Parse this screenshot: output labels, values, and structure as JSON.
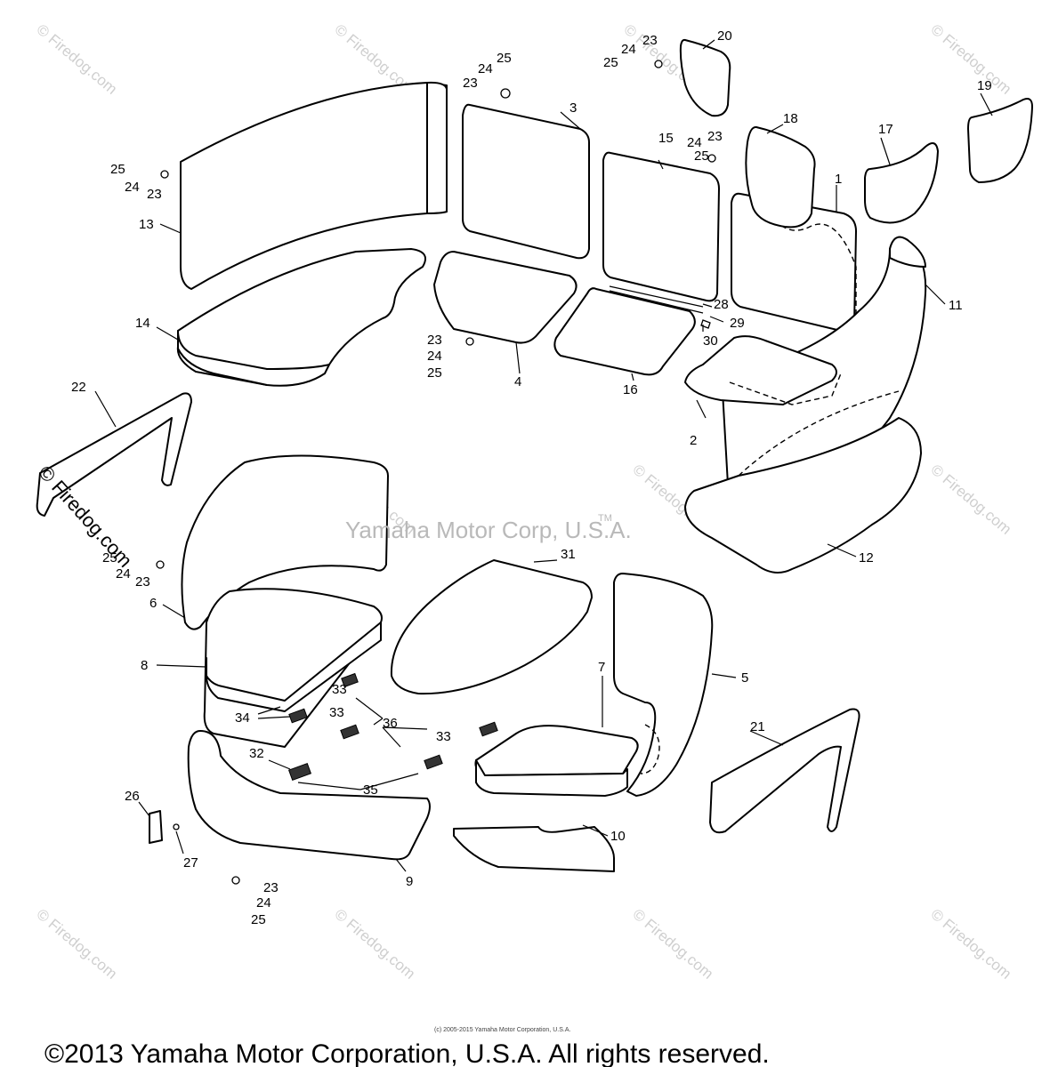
{
  "diagram": {
    "callouts": [
      {
        "id": "c1",
        "text": "1"
      },
      {
        "id": "c2",
        "text": "2"
      },
      {
        "id": "c3",
        "text": "3"
      },
      {
        "id": "c4",
        "text": "4"
      },
      {
        "id": "c5",
        "text": "5"
      },
      {
        "id": "c6",
        "text": "6"
      },
      {
        "id": "c7",
        "text": "7"
      },
      {
        "id": "c8",
        "text": "8"
      },
      {
        "id": "c9",
        "text": "9"
      },
      {
        "id": "c10",
        "text": "10"
      },
      {
        "id": "c11",
        "text": "11"
      },
      {
        "id": "c12",
        "text": "12"
      },
      {
        "id": "c13",
        "text": "13"
      },
      {
        "id": "c14",
        "text": "14"
      },
      {
        "id": "c15",
        "text": "15"
      },
      {
        "id": "c16",
        "text": "16"
      },
      {
        "id": "c17",
        "text": "17"
      },
      {
        "id": "c18",
        "text": "18"
      },
      {
        "id": "c19",
        "text": "19"
      },
      {
        "id": "c20",
        "text": "20"
      },
      {
        "id": "c21",
        "text": "21"
      },
      {
        "id": "c22",
        "text": "22"
      },
      {
        "id": "c26",
        "text": "26"
      },
      {
        "id": "c27",
        "text": "27"
      },
      {
        "id": "c28",
        "text": "28"
      },
      {
        "id": "c29",
        "text": "29"
      },
      {
        "id": "c30",
        "text": "30"
      },
      {
        "id": "c31",
        "text": "31"
      },
      {
        "id": "c32",
        "text": "32"
      },
      {
        "id": "c34",
        "text": "34"
      },
      {
        "id": "c35",
        "text": "35"
      },
      {
        "id": "c36",
        "text": "36"
      },
      {
        "id": "c33a",
        "text": "33"
      },
      {
        "id": "c33b",
        "text": "33"
      },
      {
        "id": "c33c",
        "text": "33"
      },
      {
        "id": "g1_25",
        "text": "25"
      },
      {
        "id": "g1_24",
        "text": "24"
      },
      {
        "id": "g1_23",
        "text": "23"
      },
      {
        "id": "g2_25",
        "text": "25"
      },
      {
        "id": "g2_24",
        "text": "24"
      },
      {
        "id": "g2_23",
        "text": "23"
      },
      {
        "id": "g3_25",
        "text": "25"
      },
      {
        "id": "g3_24",
        "text": "24"
      },
      {
        "id": "g3_23",
        "text": "23"
      },
      {
        "id": "g4_25",
        "text": "25"
      },
      {
        "id": "g4_24",
        "text": "24"
      },
      {
        "id": "g4_23",
        "text": "23"
      },
      {
        "id": "g5_25",
        "text": "25"
      },
      {
        "id": "g5_24",
        "text": "24"
      },
      {
        "id": "g5_23",
        "text": "23"
      },
      {
        "id": "g6_25",
        "text": "25"
      },
      {
        "id": "g6_24",
        "text": "24"
      },
      {
        "id": "g6_23",
        "text": "23"
      },
      {
        "id": "g7_25",
        "text": "25"
      },
      {
        "id": "g7_24",
        "text": "24"
      },
      {
        "id": "g7_23",
        "text": "23"
      }
    ],
    "watermark_text": "© Firedog.com",
    "big_watermark_text": "© Firedog.com",
    "center_text": "Yamaha Motor Corp, U.S.A.",
    "trademark": "TM",
    "small_copyright": "(c) 2005-2015 Yamaha Motor Corporation, U.S.A.",
    "footer_copyright": "©2013 Yamaha Motor Corporation, U.S.A. All rights reserved.",
    "colors": {
      "line": "#000000",
      "watermark": "#cfcfcf",
      "background": "#ffffff"
    }
  }
}
